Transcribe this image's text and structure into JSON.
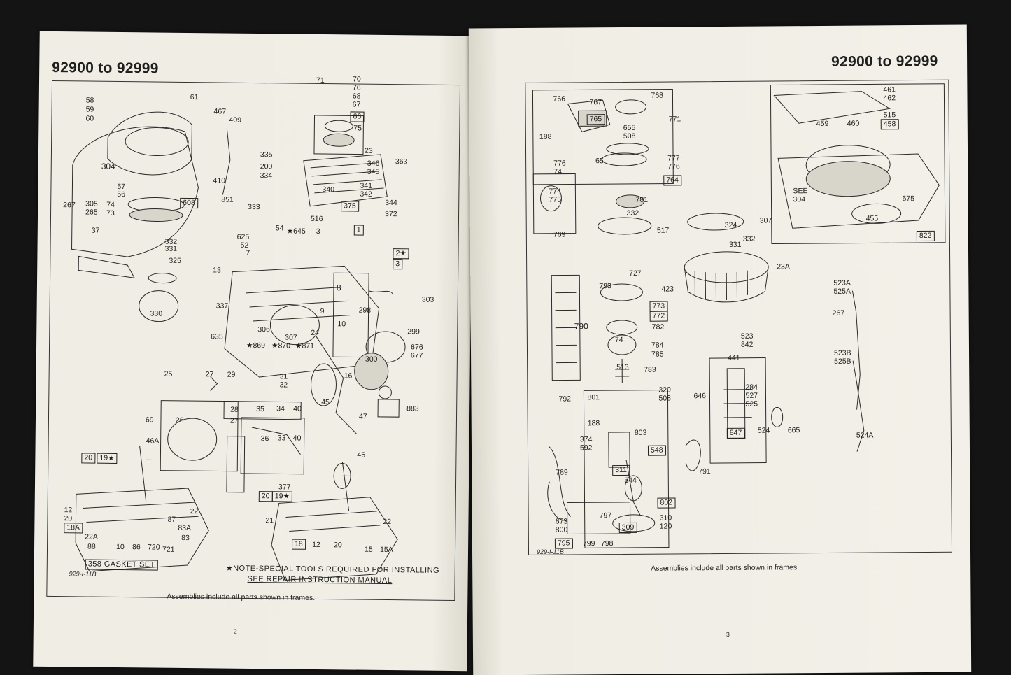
{
  "left_page": {
    "header": "92900 to 92999",
    "caption": "Assemblies include all parts shown in frames.",
    "page_number": "2",
    "drawing_code": "929-I-11B",
    "gasket_set_label": "358 GASKET SET",
    "note_line1": "★NOTE-SPECIAL TOOLS REQUIRED  FOR INSTALLING",
    "note_line2": "SEE REPAIR INSTRUCTION MANUAL",
    "part_labels": [
      {
        "t": "58"
      },
      {
        "t": "59"
      },
      {
        "t": "60"
      },
      {
        "t": "61"
      },
      {
        "t": "467"
      },
      {
        "t": "409"
      },
      {
        "t": "304"
      },
      {
        "t": "410"
      },
      {
        "t": "57"
      },
      {
        "t": "56"
      },
      {
        "t": "267"
      },
      {
        "t": "305"
      },
      {
        "t": "74"
      },
      {
        "t": "265"
      },
      {
        "t": "73"
      },
      {
        "t": "608"
      },
      {
        "t": "71"
      },
      {
        "t": "70"
      },
      {
        "t": "76"
      },
      {
        "t": "68"
      },
      {
        "t": "67"
      },
      {
        "t": "66"
      },
      {
        "t": "75"
      },
      {
        "t": "23"
      },
      {
        "t": "335"
      },
      {
        "t": "200"
      },
      {
        "t": "334"
      },
      {
        "t": "346"
      },
      {
        "t": "345"
      },
      {
        "t": "363"
      },
      {
        "t": "340"
      },
      {
        "t": "341"
      },
      {
        "t": "342"
      },
      {
        "t": "344"
      },
      {
        "t": "372"
      },
      {
        "t": "375"
      },
      {
        "t": "851"
      },
      {
        "t": "333"
      },
      {
        "t": "516"
      },
      {
        "t": "37"
      },
      {
        "t": "332"
      },
      {
        "t": "331"
      },
      {
        "t": "325"
      },
      {
        "t": "330"
      },
      {
        "t": "625"
      },
      {
        "t": "52"
      },
      {
        "t": "7"
      },
      {
        "t": "54"
      },
      {
        "t": "★645"
      },
      {
        "t": "3"
      },
      {
        "t": "1"
      },
      {
        "t": "2★"
      },
      {
        "t": "3"
      },
      {
        "t": "13"
      },
      {
        "t": "8"
      },
      {
        "t": "303"
      },
      {
        "t": "337"
      },
      {
        "t": "9"
      },
      {
        "t": "298"
      },
      {
        "t": "10"
      },
      {
        "t": "299"
      },
      {
        "t": "24"
      },
      {
        "t": "306"
      },
      {
        "t": "307"
      },
      {
        "t": "635"
      },
      {
        "t": "★869"
      },
      {
        "t": "★870"
      },
      {
        "t": "★871"
      },
      {
        "t": "676"
      },
      {
        "t": "677"
      },
      {
        "t": "300"
      },
      {
        "t": "16"
      },
      {
        "t": "25"
      },
      {
        "t": "27"
      },
      {
        "t": "29"
      },
      {
        "t": "31"
      },
      {
        "t": "32"
      },
      {
        "t": "26"
      },
      {
        "t": "28"
      },
      {
        "t": "35"
      },
      {
        "t": "34"
      },
      {
        "t": "40"
      },
      {
        "t": "27"
      },
      {
        "t": "36"
      },
      {
        "t": "33"
      },
      {
        "t": "40"
      },
      {
        "t": "45"
      },
      {
        "t": "883"
      },
      {
        "t": "69"
      },
      {
        "t": "46A"
      },
      {
        "t": "47"
      },
      {
        "t": "46"
      },
      {
        "t": "20"
      },
      {
        "t": "19★"
      },
      {
        "t": "12"
      },
      {
        "t": "20"
      },
      {
        "t": "18A"
      },
      {
        "t": "22"
      },
      {
        "t": "87"
      },
      {
        "t": "83A"
      },
      {
        "t": "22A"
      },
      {
        "t": "88"
      },
      {
        "t": "83"
      },
      {
        "t": "10"
      },
      {
        "t": "86"
      },
      {
        "t": "720"
      },
      {
        "t": "721"
      },
      {
        "t": "377"
      },
      {
        "t": "20"
      },
      {
        "t": "19★"
      },
      {
        "t": "21"
      },
      {
        "t": "18"
      },
      {
        "t": "12"
      },
      {
        "t": "20"
      },
      {
        "t": "22"
      },
      {
        "t": "15"
      },
      {
        "t": "15A"
      }
    ]
  },
  "right_page": {
    "header": "92900 to 92999",
    "caption": "Assemblies include all parts shown in frames.",
    "page_number": "3",
    "drawing_code": "929-I-11B",
    "part_labels": [
      {
        "t": "766"
      },
      {
        "t": "767"
      },
      {
        "t": "765"
      },
      {
        "t": "768"
      },
      {
        "t": "771"
      },
      {
        "t": "188"
      },
      {
        "t": "655"
      },
      {
        "t": "508"
      },
      {
        "t": "776"
      },
      {
        "t": "74"
      },
      {
        "t": "65"
      },
      {
        "t": "777"
      },
      {
        "t": "776"
      },
      {
        "t": "764"
      },
      {
        "t": "774"
      },
      {
        "t": "775"
      },
      {
        "t": "781"
      },
      {
        "t": "332"
      },
      {
        "t": "517"
      },
      {
        "t": "769"
      },
      {
        "t": "461"
      },
      {
        "t": "462"
      },
      {
        "t": "515"
      },
      {
        "t": "459"
      },
      {
        "t": "460"
      },
      {
        "t": "458"
      },
      {
        "t": "SEE"
      },
      {
        "t": "304"
      },
      {
        "t": "675"
      },
      {
        "t": "455"
      },
      {
        "t": "822"
      },
      {
        "t": "324"
      },
      {
        "t": "307"
      },
      {
        "t": "331"
      },
      {
        "t": "332"
      },
      {
        "t": "23A"
      },
      {
        "t": "727"
      },
      {
        "t": "793"
      },
      {
        "t": "423"
      },
      {
        "t": "790"
      },
      {
        "t": "773"
      },
      {
        "t": "772"
      },
      {
        "t": "782"
      },
      {
        "t": "74"
      },
      {
        "t": "784"
      },
      {
        "t": "785"
      },
      {
        "t": "513"
      },
      {
        "t": "783"
      },
      {
        "t": "523A"
      },
      {
        "t": "525A"
      },
      {
        "t": "267"
      },
      {
        "t": "523"
      },
      {
        "t": "842"
      },
      {
        "t": "441"
      },
      {
        "t": "284"
      },
      {
        "t": "527"
      },
      {
        "t": "525"
      },
      {
        "t": "523B"
      },
      {
        "t": "525B"
      },
      {
        "t": "792"
      },
      {
        "t": "801"
      },
      {
        "t": "329"
      },
      {
        "t": "508"
      },
      {
        "t": "646"
      },
      {
        "t": "188"
      },
      {
        "t": "374"
      },
      {
        "t": "592"
      },
      {
        "t": "803"
      },
      {
        "t": "548"
      },
      {
        "t": "847"
      },
      {
        "t": "524"
      },
      {
        "t": "665"
      },
      {
        "t": "524A"
      },
      {
        "t": "789"
      },
      {
        "t": "311"
      },
      {
        "t": "544"
      },
      {
        "t": "791"
      },
      {
        "t": "802"
      },
      {
        "t": "673"
      },
      {
        "t": "797"
      },
      {
        "t": "800"
      },
      {
        "t": "310"
      },
      {
        "t": "120"
      },
      {
        "t": "309"
      },
      {
        "t": "795"
      },
      {
        "t": "799"
      },
      {
        "t": "798"
      }
    ]
  }
}
